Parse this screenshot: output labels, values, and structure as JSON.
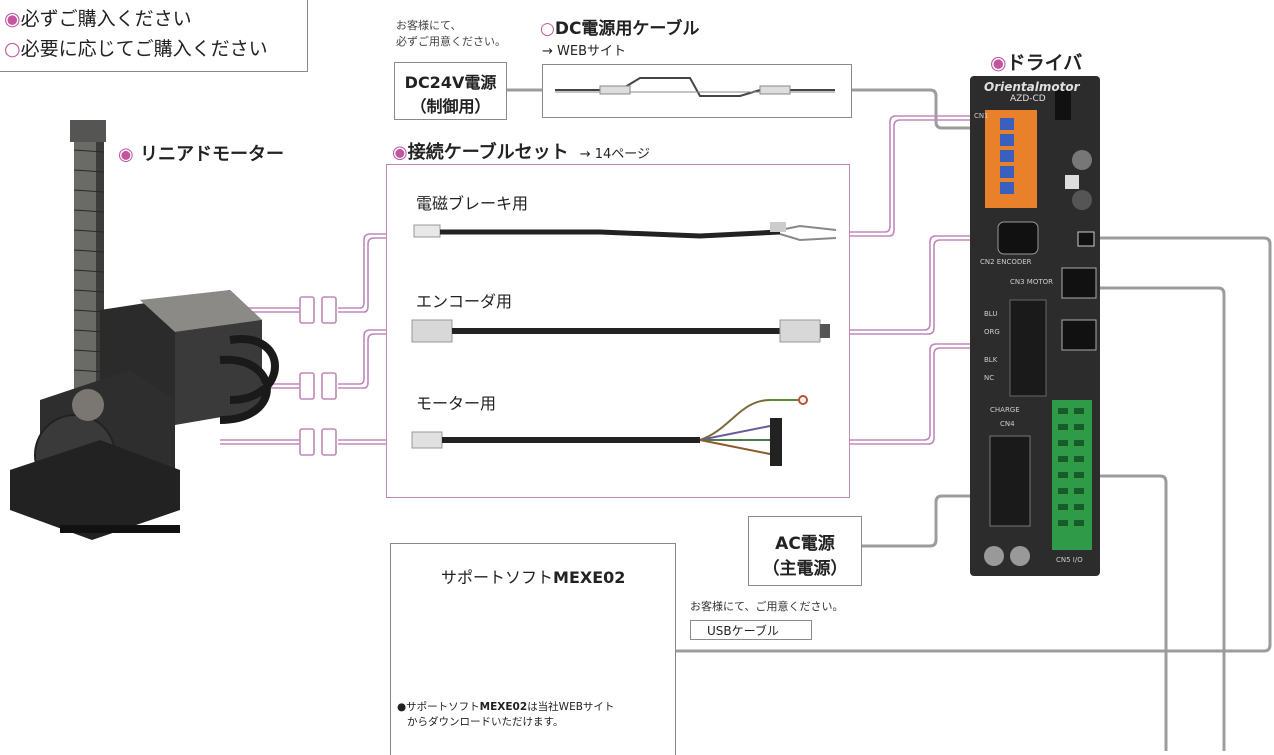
{
  "legend": {
    "required": "必ずご購入ください",
    "optional": "必要に応じてご購入ください",
    "required_marker": "◉",
    "optional_marker": "○"
  },
  "motor": {
    "title": "リニアドモーター",
    "marker": "◉"
  },
  "dc_power": {
    "note": "お客様にて、\n必ずご用意ください。",
    "title": "DC24V電源",
    "subtitle": "（制御用）"
  },
  "dc_cable": {
    "title": "DC電源用ケーブル",
    "marker": "○",
    "link": "→ WEBサイト"
  },
  "cable_set": {
    "title": "接続ケーブルセット",
    "marker": "◉",
    "page_ref": "→ 14ページ",
    "items": [
      {
        "label": "電磁ブレーキ用"
      },
      {
        "label": "エンコーダ用"
      },
      {
        "label": "モーター用"
      }
    ]
  },
  "driver": {
    "title": "ドライバ",
    "marker": "◉",
    "brand": "Orientalmotor",
    "model": "AZD-CD",
    "connector_labels": [
      "CN1",
      "CN2 ENCODER",
      "CN3 MOTOR",
      "CN4",
      "CN5 I/O",
      "CHARGE",
      "BLU",
      "ORG",
      "BLK",
      "NC"
    ]
  },
  "ac_power": {
    "title": "AC電源",
    "subtitle": "（主電源）"
  },
  "software": {
    "title_prefix": "サポートソフト",
    "title_bold": "MEXE02",
    "note_prefix": "●サポートソフト",
    "note_bold": "MEXE02",
    "note_suffix": "は当社WEBサイト",
    "note_line2": "からダウンロードいただけます。"
  },
  "usb": {
    "note": "お客様にて、ご用意ください。",
    "label": "USBケーブル"
  },
  "colors": {
    "accent": "#c2559e",
    "line": "#9a9a9a",
    "cable_line": "#c088b8",
    "driver_body": "#2c2c2c"
  }
}
